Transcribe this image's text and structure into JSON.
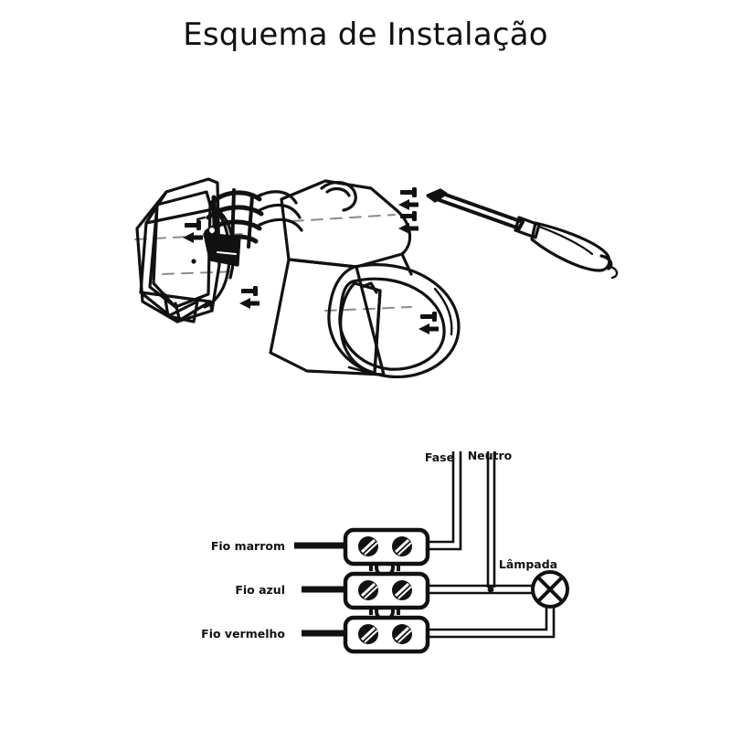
{
  "page": {
    "title": "Esquema de Instalação",
    "background_color": "#ffffff",
    "ink_color": "#111111"
  },
  "exploded_view": {
    "name": "Exploded installation drawing of PIR motion sensor",
    "parts": [
      {
        "id": "mounting-bracket",
        "label": ""
      },
      {
        "id": "hinge-knuckle-joint",
        "label": ""
      },
      {
        "id": "sensor-body",
        "label": ""
      },
      {
        "id": "pir-lens-dome",
        "label": ""
      },
      {
        "id": "screwdriver",
        "label": ""
      },
      {
        "id": "fixing-screw-top",
        "label": ""
      },
      {
        "id": "fixing-screw-bottom",
        "label": ""
      },
      {
        "id": "bracket-screw-upper",
        "label": ""
      },
      {
        "id": "bracket-screw-lower",
        "label": ""
      }
    ]
  },
  "wiring_diagram": {
    "name": "Terminal block wiring schematic",
    "wire_labels": [
      {
        "id": "wire-brown",
        "text": "Fio marrom"
      },
      {
        "id": "wire-blue",
        "text": "Fio azul"
      },
      {
        "id": "wire-red",
        "text": "Fio vermelho"
      }
    ],
    "supply_labels": [
      {
        "id": "live",
        "text": "Fase"
      },
      {
        "id": "neutral",
        "text": "Neutro"
      }
    ],
    "load_label": {
      "id": "lamp",
      "text": "Lâmpada"
    },
    "terminal_blocks": [
      {
        "id": "terminal-block-1",
        "screws": 2
      },
      {
        "id": "terminal-block-2",
        "screws": 2
      },
      {
        "id": "terminal-block-3",
        "screws": 2
      }
    ]
  }
}
